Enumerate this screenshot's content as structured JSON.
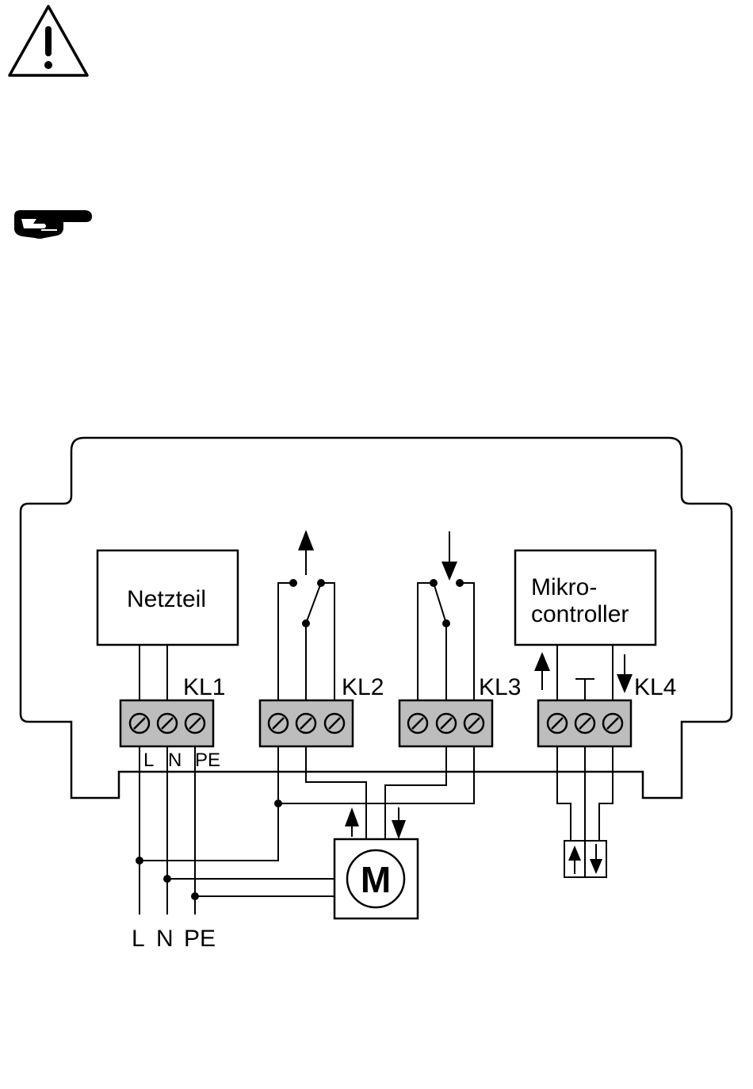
{
  "icons": {
    "warning": "warning-triangle-icon",
    "note": "pointing-hand-icon"
  },
  "diagram": {
    "netzteil_label": "Netzteil",
    "mikro_line1": "Mikro-",
    "mikro_line2": "controller",
    "terminals": {
      "kl1": "KL1",
      "kl2": "KL2",
      "kl3": "KL3",
      "kl4": "KL4"
    },
    "kl1_pins": {
      "l": "L",
      "n": "N",
      "pe": "PE"
    },
    "mains": {
      "l": "L",
      "n": "N",
      "pe": "PE"
    },
    "motor_label": "M"
  }
}
